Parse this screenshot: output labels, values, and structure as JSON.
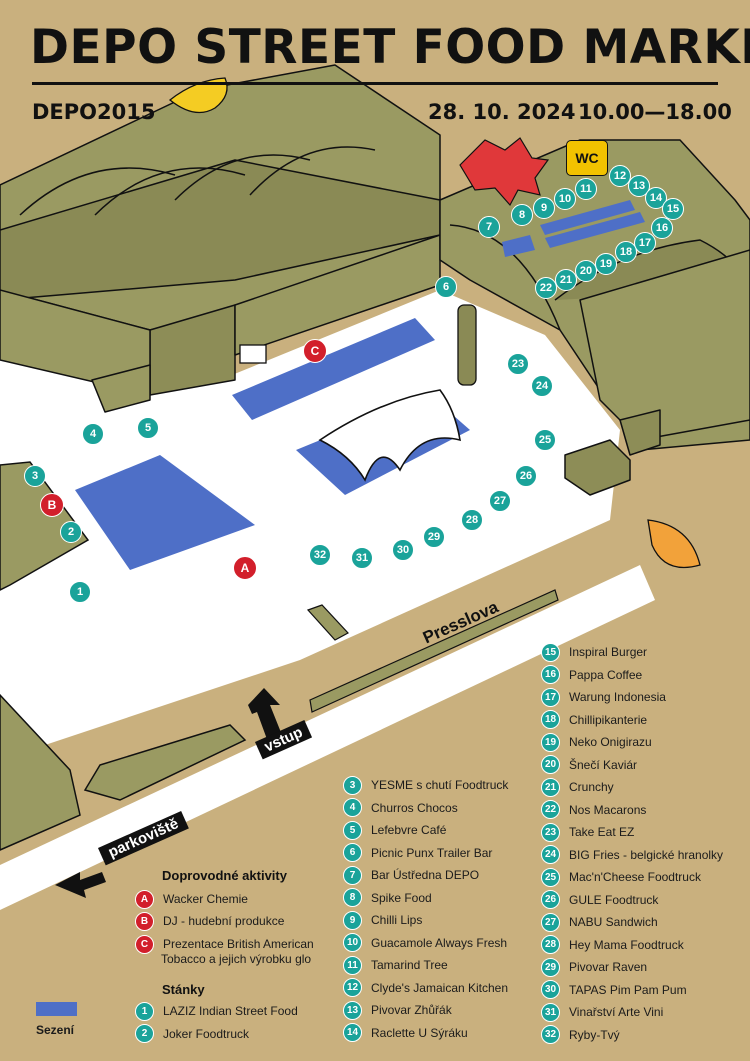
{
  "header": {
    "title": "DEPO STREET FOOD MARKET",
    "brand": "DEPO2015",
    "date": "28. 10. 2024",
    "time": "10.00—18.00"
  },
  "map_labels": {
    "street": "Presslova",
    "entrance": "vstup",
    "parking": "parkoviště",
    "wc": "WC"
  },
  "activities": {
    "heading": "Doprovodné aktivity",
    "items": [
      {
        "code": "A",
        "label": "Wacker Chemie"
      },
      {
        "code": "B",
        "label": "DJ - hudební produkce"
      },
      {
        "code": "C",
        "label": "Prezentace British American",
        "label_line2": "Tobacco a jejich výrobku glo"
      }
    ]
  },
  "stalls": {
    "heading": "Stánky",
    "items": [
      {
        "n": "1",
        "name": "LAZIZ Indian Street Food"
      },
      {
        "n": "2",
        "name": "Joker Foodtruck"
      },
      {
        "n": "3",
        "name": "YESME s chutí Foodtruck"
      },
      {
        "n": "4",
        "name": "Churros Chocos"
      },
      {
        "n": "5",
        "name": "Lefebvre Café"
      },
      {
        "n": "6",
        "name": "Picnic Punx Trailer Bar"
      },
      {
        "n": "7",
        "name": "Bar Ústředna DEPO"
      },
      {
        "n": "8",
        "name": "Spike Food"
      },
      {
        "n": "9",
        "name": "Chilli Lips"
      },
      {
        "n": "10",
        "name": "Guacamole Always Fresh"
      },
      {
        "n": "11",
        "name": "Tamarind Tree"
      },
      {
        "n": "12",
        "name": "Clyde's Jamaican Kitchen"
      },
      {
        "n": "13",
        "name": "Pivovar Zhůřák"
      },
      {
        "n": "14",
        "name": "Raclette U Sýráku"
      },
      {
        "n": "15",
        "name": "Inspiral Burger"
      },
      {
        "n": "16",
        "name": "Pappa Coffee"
      },
      {
        "n": "17",
        "name": "Warung Indonesia"
      },
      {
        "n": "18",
        "name": "Chillipikanterie"
      },
      {
        "n": "19",
        "name": "Neko Onigirazu"
      },
      {
        "n": "20",
        "name": "Šnečí Kaviár"
      },
      {
        "n": "21",
        "name": "Crunchy"
      },
      {
        "n": "22",
        "name": "Nos Macarons"
      },
      {
        "n": "23",
        "name": "Take Eat EZ"
      },
      {
        "n": "24",
        "name": "BIG Fries - belgické hranolky"
      },
      {
        "n": "25",
        "name": "Mac'n'Cheese Foodtruck"
      },
      {
        "n": "26",
        "name": "GULE Foodtruck"
      },
      {
        "n": "27",
        "name": "NABU Sandwich"
      },
      {
        "n": "28",
        "name": "Hey Mama Foodtruck"
      },
      {
        "n": "29",
        "name": "Pivovar Raven"
      },
      {
        "n": "30",
        "name": "TAPAS Pim Pam Pum"
      },
      {
        "n": "31",
        "name": "Vinařství Arte Vini"
      },
      {
        "n": "32",
        "name": "Ryby-Tvý"
      }
    ]
  },
  "seating_label": "Sezení",
  "colors": {
    "background": "#c9b07e",
    "building": "#9a9a62",
    "seating": "#4e6fc7",
    "stall_marker": "#1aa39a",
    "activity_marker": "#d21f2b",
    "wc": "#f2c200"
  }
}
